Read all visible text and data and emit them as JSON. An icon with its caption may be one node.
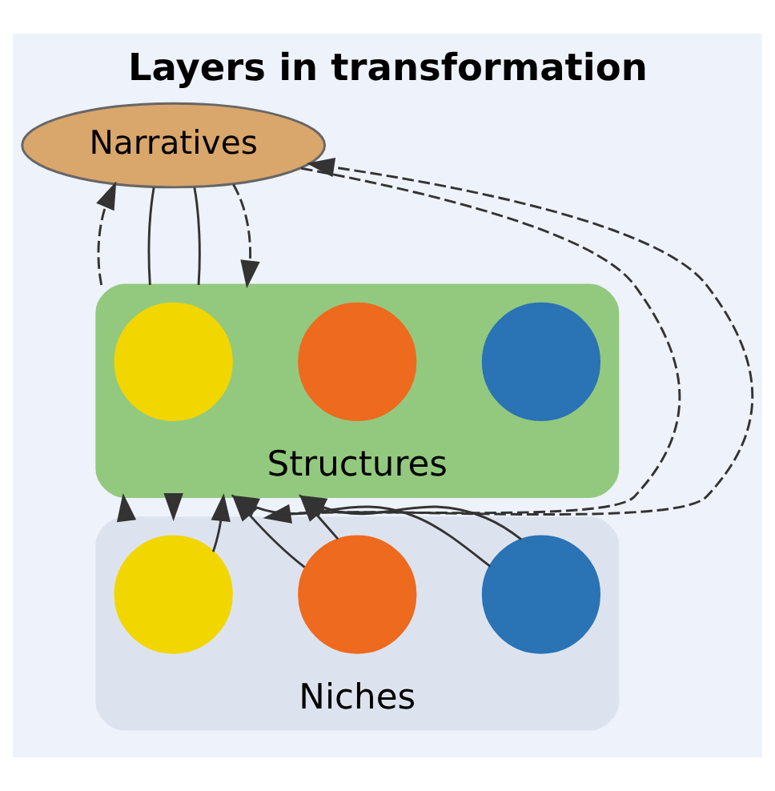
{
  "diagram": {
    "title": "Layers in transformation",
    "nodes": [
      {
        "text": [
          "Narratives"
        ]
      },
      {
        "text": [
          "Structures"
        ]
      },
      {
        "text": [],
        "shape": "circle",
        "in": 1
      },
      {
        "text": [],
        "shape": "circle",
        "in": 1
      },
      {
        "text": [],
        "shape": "circle",
        "in": 1
      },
      {
        "text": [
          "Niches"
        ]
      },
      {
        "text": [],
        "shape": "circle",
        "in": 5
      },
      {
        "text": [],
        "shape": "circle",
        "in": 5
      },
      {
        "text": [],
        "shape": "circle",
        "in": 5
      }
    ],
    "edges": [
      {
        "from": 0,
        "to": 1,
        "arrow": "none"
      },
      {
        "from": 0,
        "to": 1,
        "arrow": "none"
      },
      {
        "from": 0,
        "to": 1,
        "arrow": "to",
        "style": "dashed"
      },
      {
        "from": 0,
        "to": 5,
        "arrow": "to",
        "style": "dashed"
      },
      {
        "from": 1,
        "to": 5,
        "arrow": "to",
        "style": "dashed"
      },
      {
        "from": 5,
        "to": 1,
        "arrow": "to",
        "style": "dashed"
      },
      {
        "from": 1,
        "to": 0,
        "arrow": "to",
        "style": "dashed"
      },
      {
        "from": 5,
        "to": 0,
        "arrow": "to",
        "style": "dashed"
      },
      {
        "from": 6,
        "to": 1,
        "arrow": "to"
      },
      {
        "from": 7,
        "to": 1,
        "arrow": "to"
      },
      {
        "from": 7,
        "to": 1,
        "arrow": "to"
      },
      {
        "from": 8,
        "to": 1,
        "arrow": "to"
      },
      {
        "from": 8,
        "to": 1,
        "arrow": "to"
      }
    ]
  }
}
